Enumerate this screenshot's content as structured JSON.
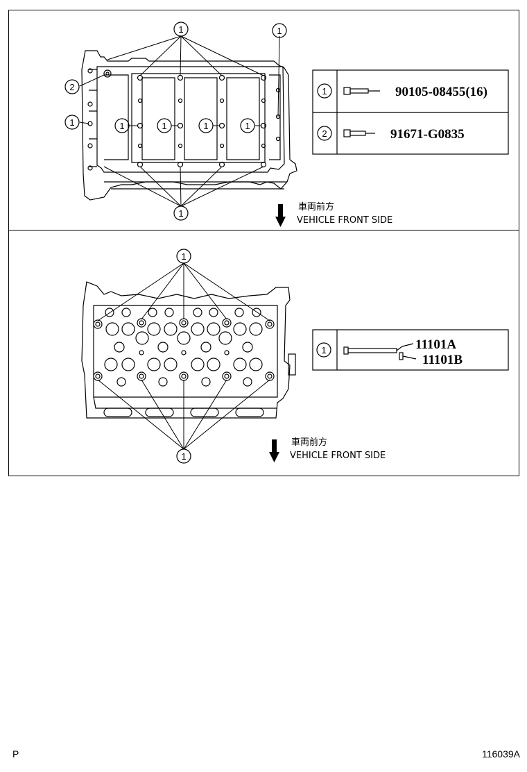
{
  "top": {
    "callout_1": "1",
    "callout_2": "2",
    "legend": [
      {
        "num": "1",
        "part": "90105-08455(16)"
      },
      {
        "num": "2",
        "part": "91671-G0835"
      }
    ],
    "direction_jp": "車両前方",
    "direction_en": "VEHICLE FRONT SIDE"
  },
  "bottom": {
    "callout_1": "1",
    "legend": [
      {
        "num": "1",
        "part_a": "11101A",
        "part_b": "11101B"
      }
    ],
    "direction_jp": "車両前方",
    "direction_en": "VEHICLE FRONT SIDE"
  },
  "footer": {
    "left": "P",
    "right": "116039A"
  }
}
